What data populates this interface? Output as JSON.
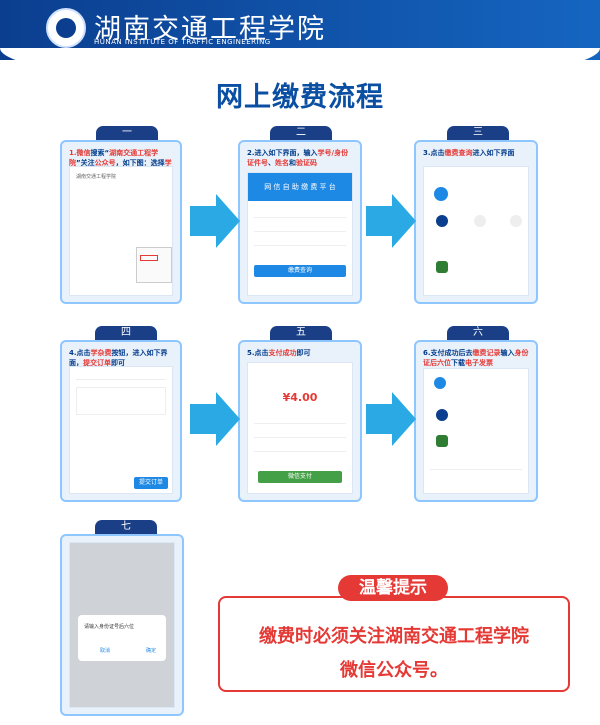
{
  "school": {
    "name_cn": "湖南交通工程学院",
    "name_en": "HUNAN INSTITUTE OF TRAFFIC ENGINEERING"
  },
  "title": "网上缴费流程",
  "steps": [
    {
      "tab": "一",
      "text_prefix": "1.",
      "text_red_1": "微信",
      "text_1": "搜索“",
      "text_red_2": "湖南交通工程学院",
      "text_2": "”关注",
      "text_red_3": "公众号",
      "text_3": "，如下图：选择",
      "text_red_4": "学生缴费"
    },
    {
      "tab": "二",
      "text_1": "2.进入如下界面，输入",
      "text_red_1": "学号/身份证件号",
      "text_2": "、",
      "text_red_2": "姓名",
      "text_3": "和",
      "text_red_3": "验证码"
    },
    {
      "tab": "三",
      "text_1": "3.点击",
      "text_red_1": "缴费查询",
      "text_2": "进入如下界面"
    },
    {
      "tab": "四",
      "text_1": "4.点击",
      "text_red_1": "学杂费",
      "text_2": "按钮，进入如下界面，",
      "text_red_2": "提交订单",
      "text_3": "即可"
    },
    {
      "tab": "五",
      "text_1": "5.点击",
      "text_red_1": "支付成功",
      "text_2": "即可"
    },
    {
      "tab": "六",
      "text_1": "6.支付成功后去",
      "text_red_1": "缴费记录",
      "text_2": "输入",
      "text_red_2": "身份证后六位",
      "text_3": "下载",
      "text_red_3": "电子发票"
    },
    {
      "tab": "七"
    }
  ],
  "screens": {
    "s2_banner": "网 信 自 助 缴 费 平 台",
    "s2_btn": "缴费查询",
    "s4_btn": "提交订单",
    "s5_pay": "微信支付",
    "s5_amount": "¥4.00",
    "s7_dialog": "请输入身份证号后六位",
    "s7_cancel": "取消",
    "s7_ok": "确定"
  },
  "notice": {
    "tag": "温馨提示",
    "line1": "缴费时必须关注湖南交通工程学院",
    "line2": "微信公众号。"
  }
}
